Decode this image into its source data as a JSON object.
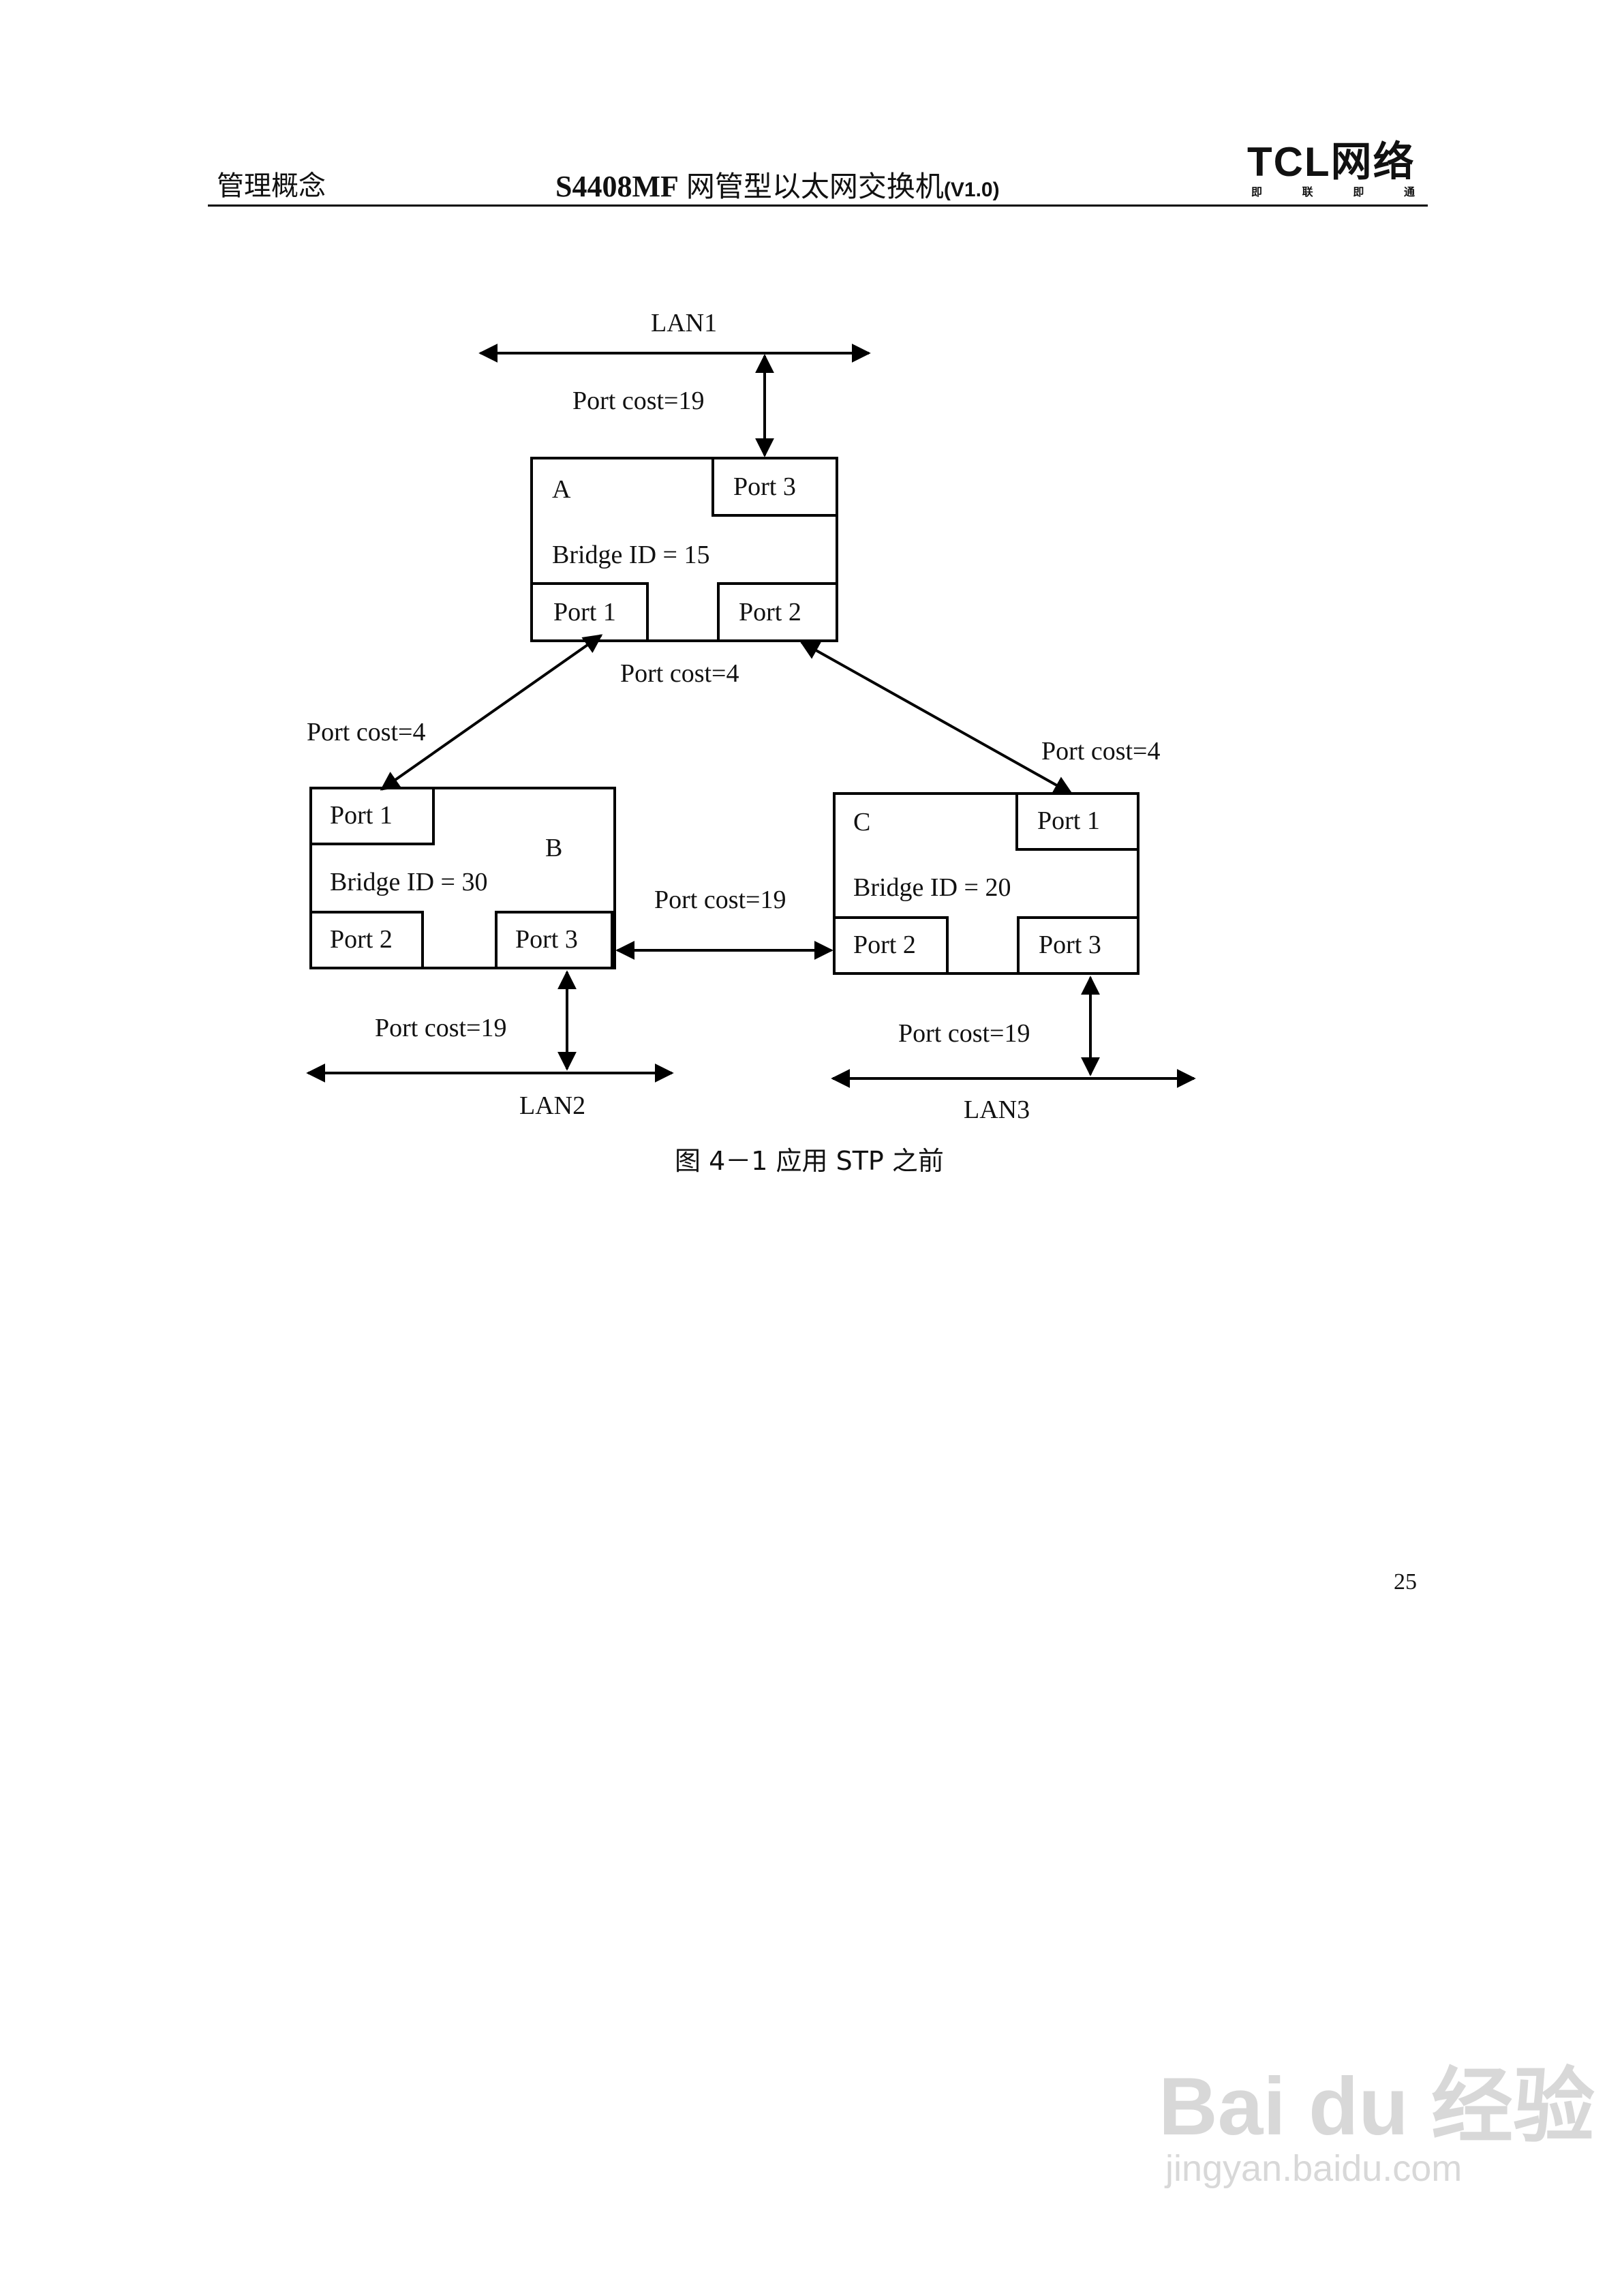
{
  "header": {
    "section": "管理概念",
    "model": "S4408MF",
    "product": "网管型以太网交换机",
    "version": "(V1.0)",
    "logo_main": "TCL网络",
    "logo_sub": [
      "即",
      "联",
      "即",
      "通"
    ]
  },
  "diagram": {
    "lans": {
      "lan1": "LAN1",
      "lan2": "LAN2",
      "lan3": "LAN3"
    },
    "bridges": {
      "a": {
        "name": "A",
        "id": "Bridge ID = 15",
        "port1": "Port 1",
        "port2": "Port 2",
        "port3": "Port 3"
      },
      "b": {
        "name": "B",
        "id": "Bridge ID = 30",
        "port1": "Port 1",
        "port2": "Port 2",
        "port3": "Port 3"
      },
      "c": {
        "name": "C",
        "id": "Bridge ID = 20",
        "port1": "Port 1",
        "port2": "Port 2",
        "port3": "Port 3"
      }
    },
    "costs": {
      "lan1_a": "Port cost=19",
      "a_b_center": "Port cost=4",
      "a_b_left": "Port cost=4",
      "a_c": "Port cost=4",
      "b_c": "Port cost=19",
      "b_lan2": "Port cost=19",
      "c_lan3": "Port cost=19"
    }
  },
  "caption": "图 4－1 应用 STP 之前",
  "page_number": "25",
  "watermark": {
    "main": "Bai du 经验",
    "sub": "jingyan.baidu.com"
  }
}
